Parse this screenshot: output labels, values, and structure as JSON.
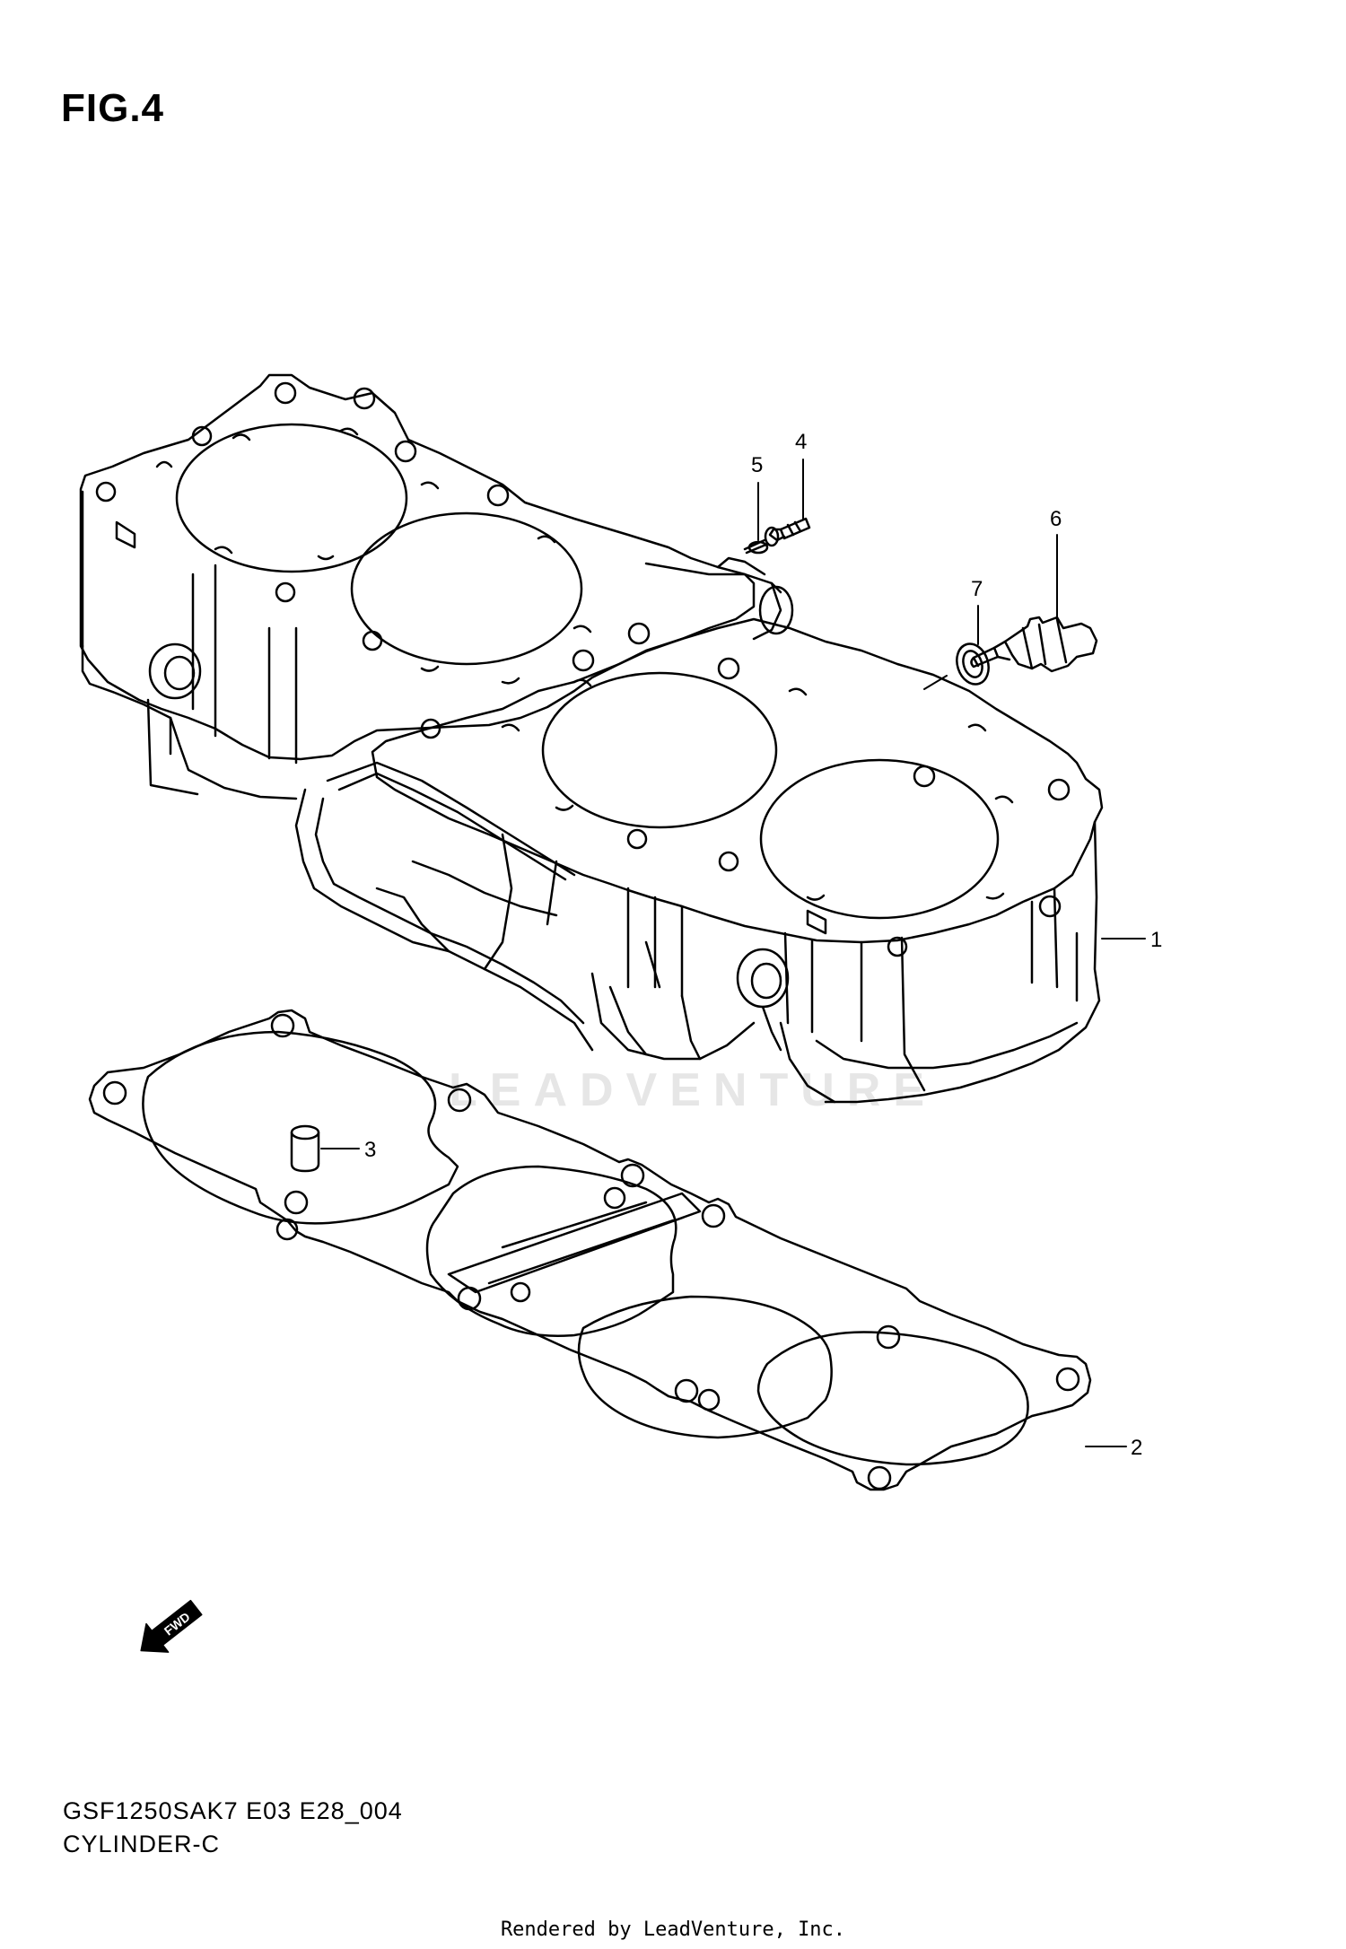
{
  "figure": {
    "title": "FIG.4",
    "code": "GSF1250SAK7 E03 E28_004",
    "name": "CYLINDER-C"
  },
  "callouts": [
    {
      "id": "part-1",
      "label": "1"
    },
    {
      "id": "part-2",
      "label": "2"
    },
    {
      "id": "part-3",
      "label": "3"
    },
    {
      "id": "part-4",
      "label": "4"
    },
    {
      "id": "part-5",
      "label": "5"
    },
    {
      "id": "part-6",
      "label": "6"
    },
    {
      "id": "part-7",
      "label": "7"
    }
  ],
  "direction_marker": "FWD",
  "watermark": "LEADVENTURE",
  "footer": {
    "rendered_by": "Rendered by LeadVenture, Inc."
  },
  "colors": {
    "line": "#000000",
    "background": "#ffffff",
    "watermark": "#e6e6e6"
  }
}
